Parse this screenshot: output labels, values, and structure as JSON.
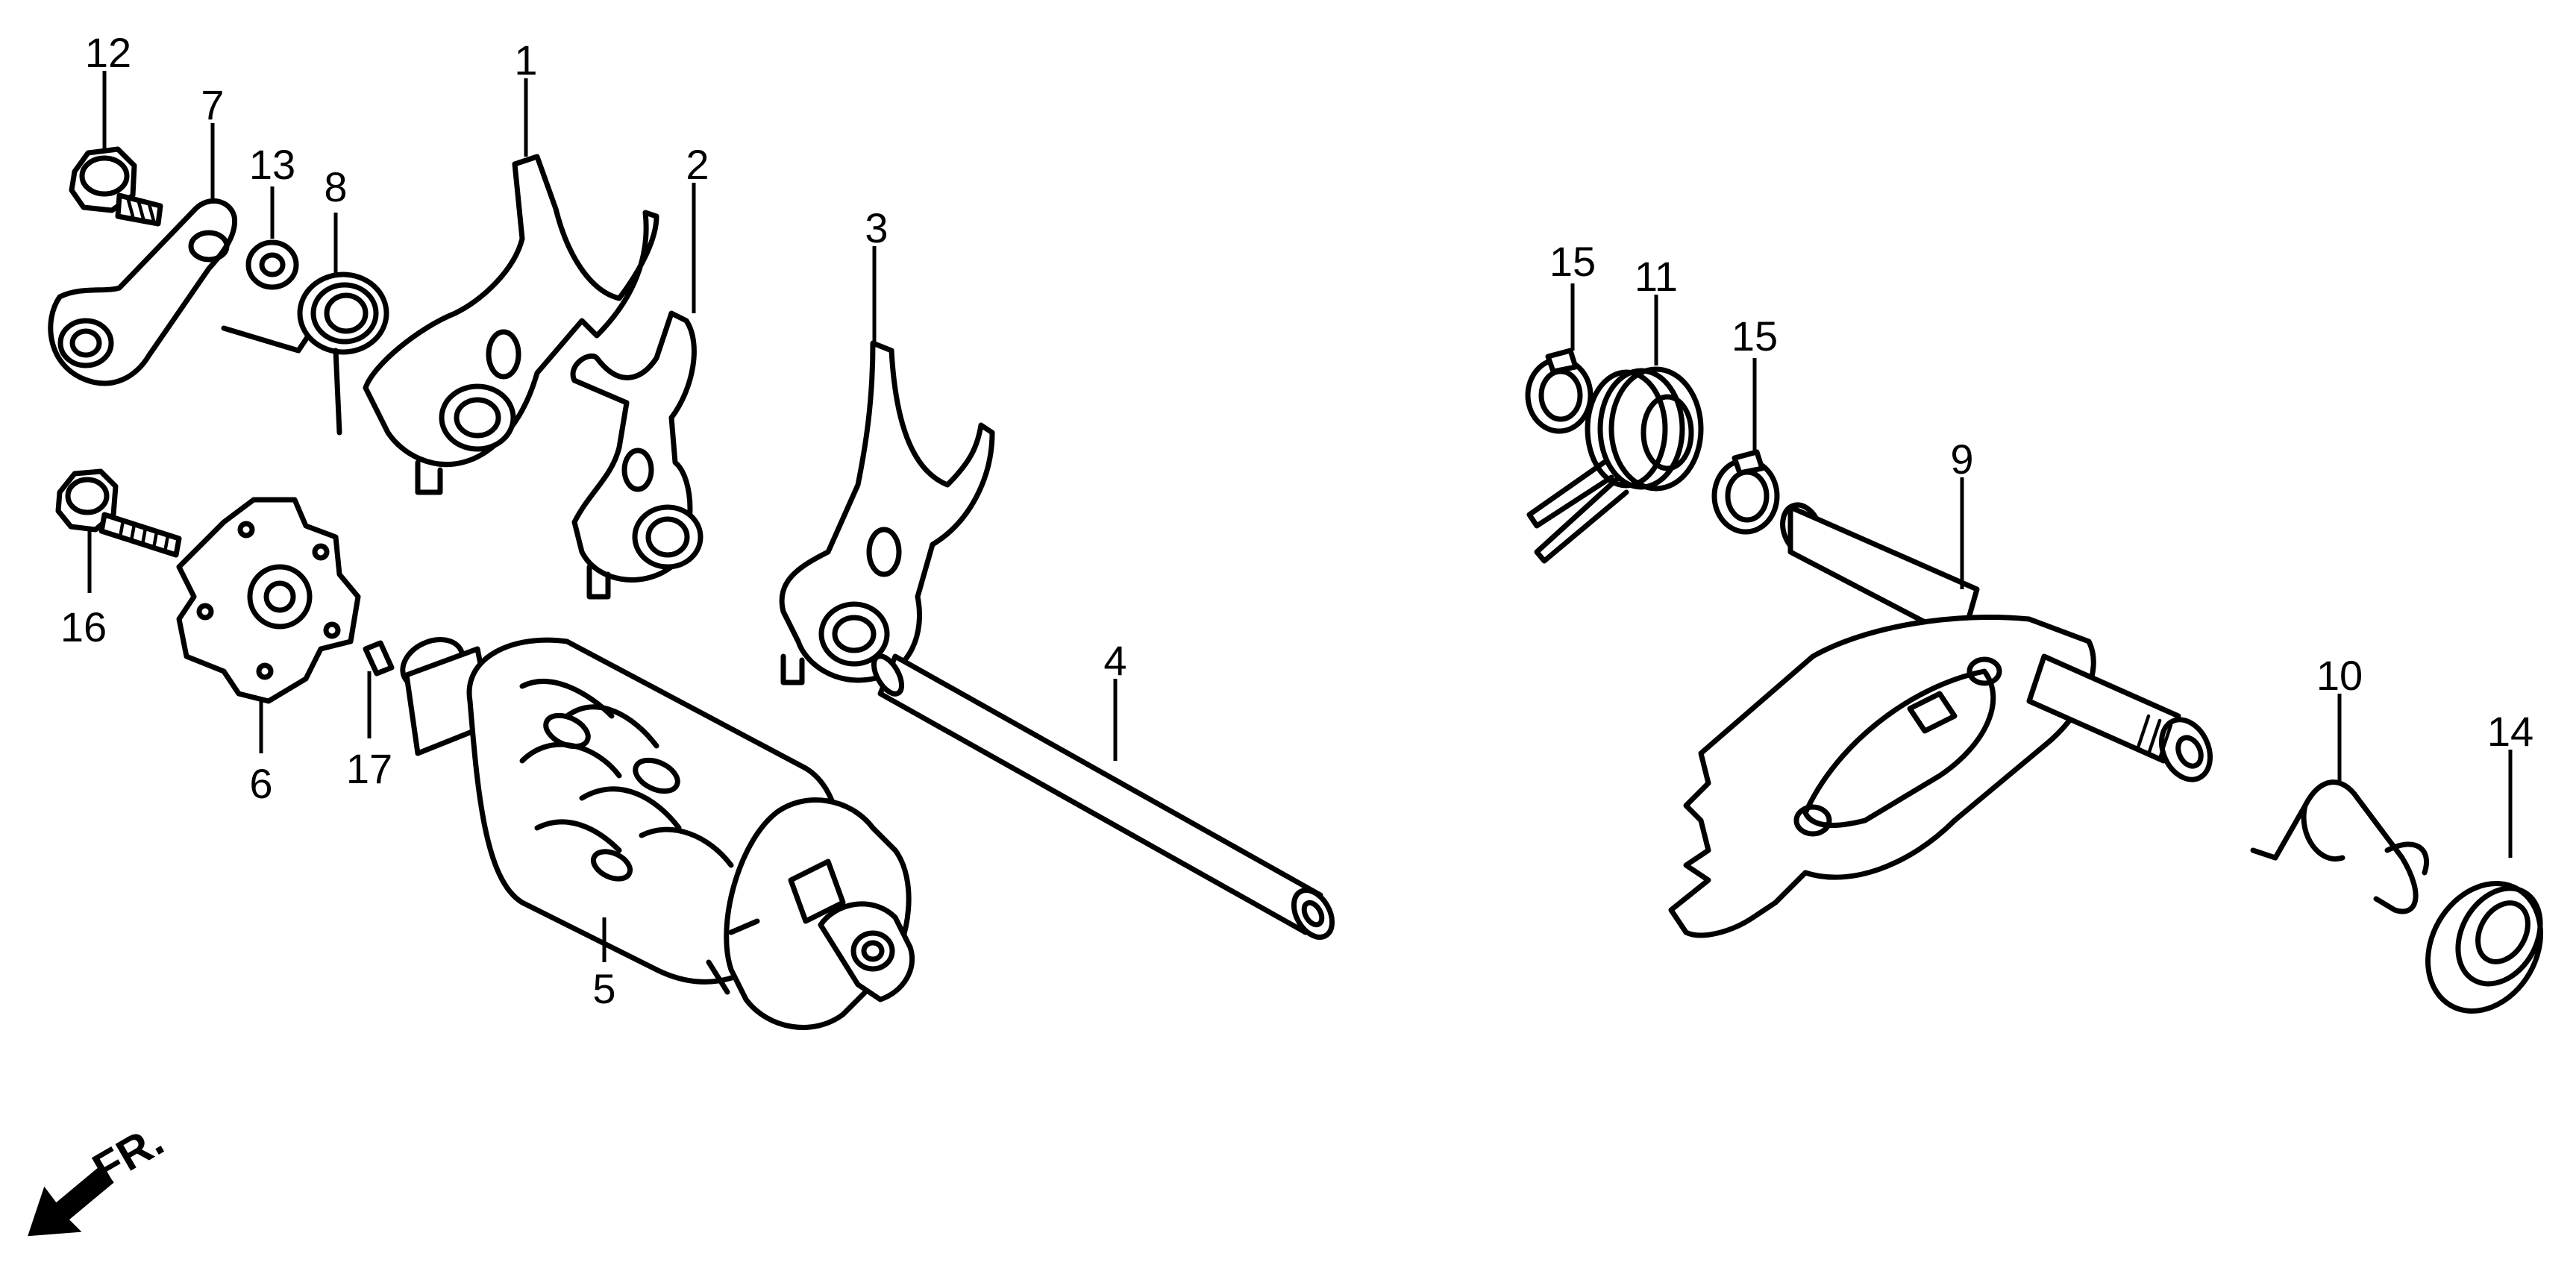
{
  "callouts": {
    "c1": "1",
    "c2": "2",
    "c3": "3",
    "c4": "4",
    "c5": "5",
    "c6": "6",
    "c7": "7",
    "c8": "8",
    "c9": "9",
    "c10": "10",
    "c11": "11",
    "c12": "12",
    "c13": "13",
    "c14": "14",
    "c15a": "15",
    "c15b": "15",
    "c16": "16",
    "c17": "17"
  },
  "direction_label": "FR.",
  "colors": {
    "ink": "#000000",
    "background": "#ffffff"
  }
}
